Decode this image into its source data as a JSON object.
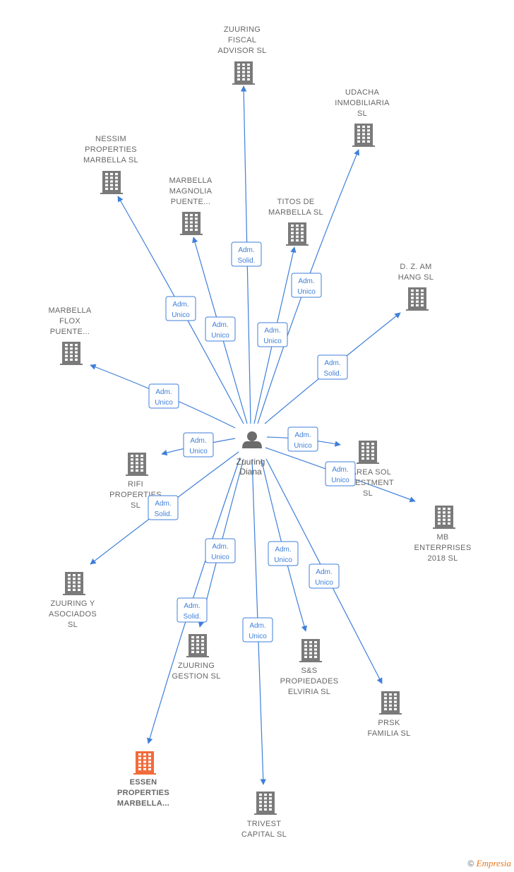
{
  "colors": {
    "edge": "#3f7fd9",
    "building": "#7a7a7a",
    "highlight": "#f26b3a",
    "person": "#6b6b6b"
  },
  "center": {
    "name_lines": [
      "Zuuring",
      "Diana"
    ],
    "icon": "person-icon"
  },
  "nodes": [
    {
      "id": "zuuring-fiscal",
      "lines": [
        "ZUURING",
        "FISCAL",
        "ADVISOR  SL"
      ],
      "icon": "building-icon"
    },
    {
      "id": "udacha",
      "lines": [
        "UDACHA",
        "INMOBILIARIA",
        "SL"
      ],
      "icon": "building-icon"
    },
    {
      "id": "nessim",
      "lines": [
        "NESSIM",
        "PROPERTIES",
        "MARBELLA  SL"
      ],
      "icon": "building-icon"
    },
    {
      "id": "magnolia",
      "lines": [
        "MARBELLA",
        "MAGNOLIA",
        "PUENTE..."
      ],
      "icon": "building-icon"
    },
    {
      "id": "titos",
      "lines": [
        "TITOS DE",
        "MARBELLA  SL"
      ],
      "icon": "building-icon"
    },
    {
      "id": "dzam",
      "lines": [
        "D. Z. AM",
        "HANG  SL"
      ],
      "icon": "building-icon"
    },
    {
      "id": "flox",
      "lines": [
        "MARBELLA",
        "FLOX",
        "PUENTE..."
      ],
      "icon": "building-icon"
    },
    {
      "id": "rifi",
      "lines": [
        "RIFI",
        "PROPERTIES",
        "SL"
      ],
      "icon": "building-icon"
    },
    {
      "id": "marea",
      "lines": [
        "MAREA SOL",
        "INVESTMENT",
        "SL"
      ],
      "icon": "building-icon"
    },
    {
      "id": "mb",
      "lines": [
        "MB",
        "ENTERPRISES",
        "2018  SL"
      ],
      "icon": "building-icon"
    },
    {
      "id": "zuuring-asoc",
      "lines": [
        "ZUURING Y",
        "ASOCIADOS",
        "SL"
      ],
      "icon": "building-icon"
    },
    {
      "id": "zuuring-gest",
      "lines": [
        "ZUURING",
        "GESTION  SL"
      ],
      "icon": "building-icon"
    },
    {
      "id": "sys",
      "lines": [
        "S&S",
        "PROPIEDADES",
        "ELVIRIA  SL"
      ],
      "icon": "building-icon"
    },
    {
      "id": "prsk",
      "lines": [
        "PRSK",
        "FAMILIA  SL"
      ],
      "icon": "building-icon"
    },
    {
      "id": "essen",
      "lines": [
        "ESSEN",
        "PROPERTIES",
        "MARBELLA..."
      ],
      "icon": "building-icon",
      "highlight": true
    },
    {
      "id": "trivest",
      "lines": [
        "TRIVEST",
        "CAPITAL  SL"
      ],
      "icon": "building-icon"
    }
  ],
  "edges": [
    {
      "to": "zuuring-fiscal",
      "label": [
        "Adm.",
        "Solid."
      ]
    },
    {
      "to": "udacha",
      "label": [
        "Adm.",
        "Unico"
      ]
    },
    {
      "to": "nessim",
      "label": [
        "Adm.",
        "Unico"
      ]
    },
    {
      "to": "magnolia",
      "label": [
        "Adm.",
        "Unico"
      ]
    },
    {
      "to": "titos",
      "label": [
        "Adm.",
        "Unico"
      ]
    },
    {
      "to": "dzam",
      "label": [
        "Adm.",
        "Solid."
      ]
    },
    {
      "to": "flox",
      "label": [
        "Adm.",
        "Unico"
      ]
    },
    {
      "to": "rifi",
      "label": [
        "Adm.",
        "Unico"
      ]
    },
    {
      "to": "marea",
      "label": [
        "Adm.",
        "Unico"
      ]
    },
    {
      "to": "mb",
      "label": [
        "Adm.",
        "Unico"
      ]
    },
    {
      "to": "zuuring-asoc",
      "label": [
        "Adm.",
        "Solid."
      ]
    },
    {
      "to": "essen",
      "label": [
        "Adm.",
        "Solid."
      ]
    },
    {
      "to": "zuuring-gest",
      "label": [
        "Adm.",
        "Unico"
      ]
    },
    {
      "to": "trivest",
      "label": [
        "Adm.",
        "Unico"
      ]
    },
    {
      "to": "sys",
      "label": [
        "Adm.",
        "Unico"
      ]
    },
    {
      "to": "prsk",
      "label": [
        "Adm.",
        "Unico"
      ]
    }
  ],
  "footer": {
    "copyright": "©",
    "brand": "Empresia"
  }
}
